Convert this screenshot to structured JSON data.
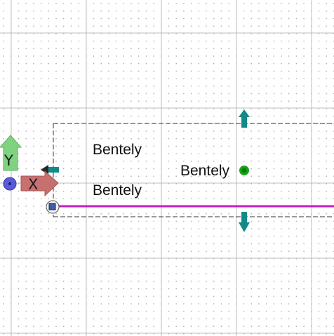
{
  "drawing": {
    "texts": [
      "Bentely",
      "Bentely",
      "Bentely"
    ]
  },
  "view_cube": {
    "x_axis_label": "X",
    "y_axis_label": "Y"
  },
  "colors": {
    "background": "#ffffff",
    "grid_major": "#bfbfbf",
    "grid_dot": "#8c8c8c",
    "selection_line": "#c41ec4",
    "handle_teal": "#138a8a",
    "snap_point": "#1aa31a",
    "x_axis": "#c87070",
    "y_axis": "#7fd37f",
    "origin": "#5a5ad8"
  }
}
